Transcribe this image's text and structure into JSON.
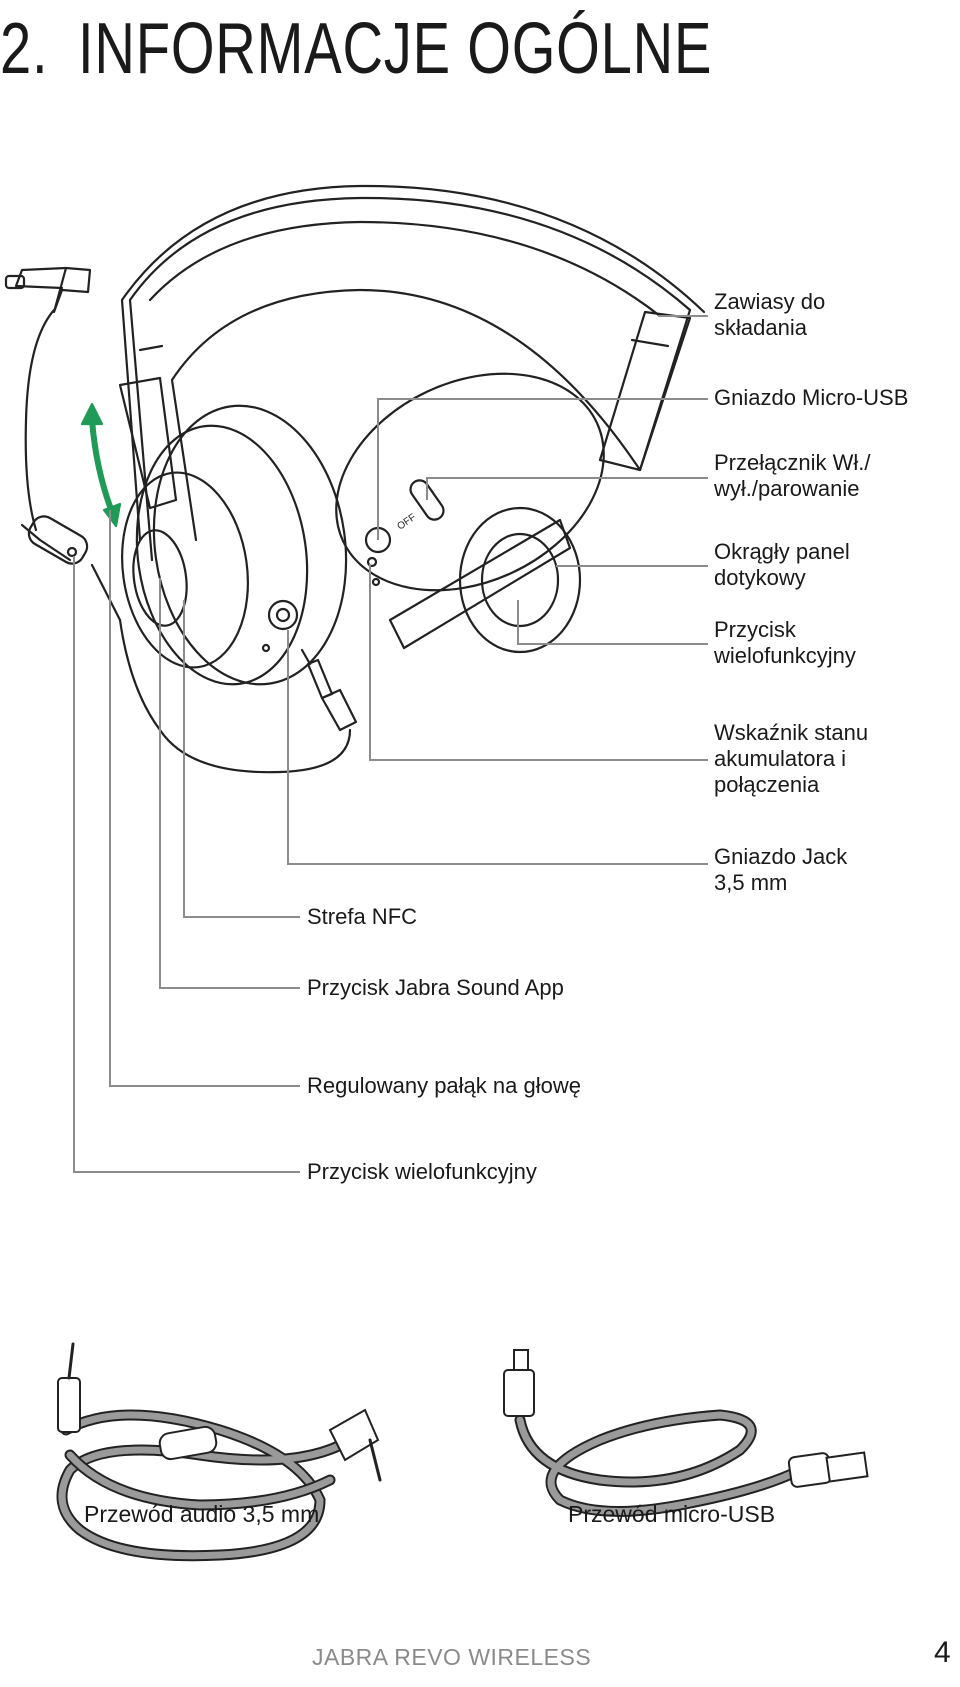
{
  "section": {
    "number": "2.",
    "title": "INFORMACJE OGÓLNE"
  },
  "callouts_right": {
    "hinges": [
      "Zawiasy do",
      "składania"
    ],
    "micro_usb_port": [
      "Gniazdo Micro-USB"
    ],
    "power_switch": [
      "Przełącznik Wł./",
      "wył./parowanie"
    ],
    "touch_panel": [
      "Okrągły panel",
      "dotykowy"
    ],
    "multifunction_button": [
      "Przycisk",
      "wielofunkcyjny"
    ],
    "battery_indicator": [
      "Wskaźnik stanu",
      "akumulatora i",
      "połączenia"
    ],
    "jack_port": [
      "Gniazdo Jack",
      "3,5 mm"
    ]
  },
  "callouts_left": {
    "nfc_zone": "Strefa NFC",
    "sound_app_button": "Przycisk Jabra Sound App",
    "headband": "Regulowany pałąk na głowę",
    "cable_button": "Przycisk wielofunkcyjny"
  },
  "accessories": {
    "audio_cable": "Przewód audio 3,5 mm",
    "usb_cable": "Przewód micro-USB"
  },
  "switch_marking": "OFF",
  "footer": {
    "brand": "JABRA REVO WIRELESS",
    "page_number": "4"
  },
  "colors": {
    "line": "#222222",
    "leader": "#8c8c8c",
    "accent_arrow": "#1f9a57",
    "cable_fill": "#9a9a9a"
  }
}
